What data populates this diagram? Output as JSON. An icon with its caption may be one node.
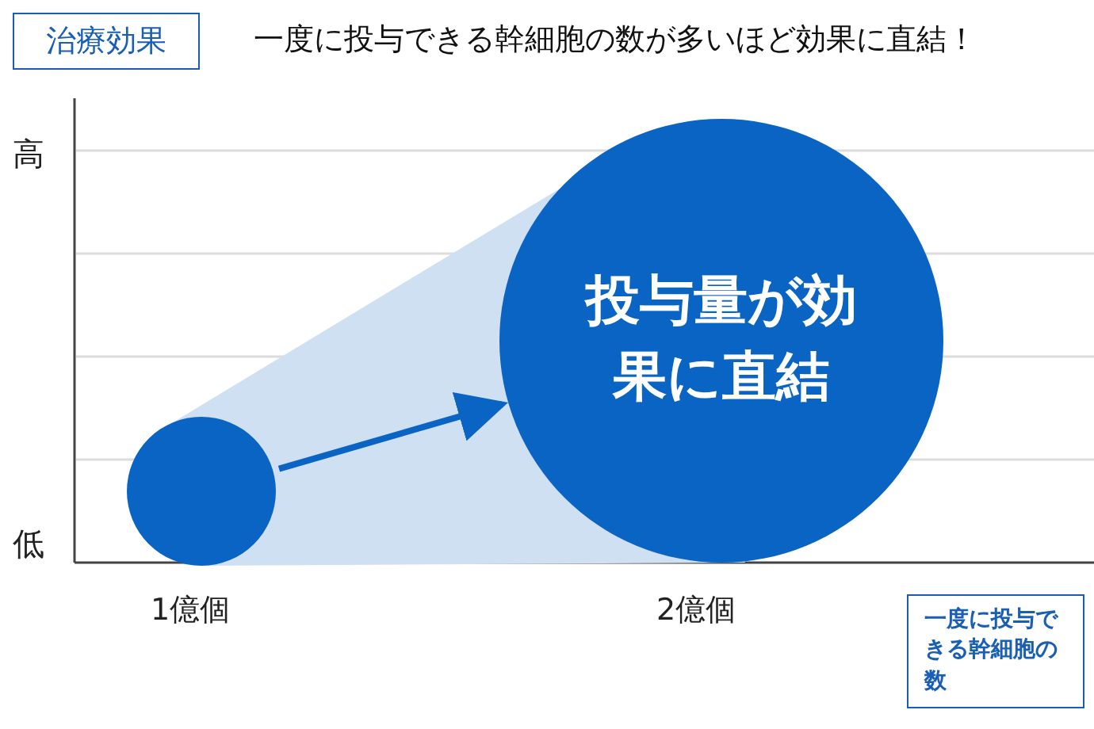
{
  "diagram": {
    "title": "一度に投与できる幹細胞の数が多いほど効果に直結！",
    "nodes": [
      {
        "text": [
          "治療効果"
        ]
      },
      {
        "text": [],
        "shape": "circle"
      },
      {
        "text": [
          "投与量が効果に直結"
        ]
      },
      {
        "text": [
          "一度に投与できる幹細胞の数"
        ]
      }
    ],
    "edges": [
      {
        "from": 1,
        "to": 2,
        "arrow": "to"
      }
    ],
    "labels": [
      "高",
      "低",
      "1億個",
      "2億個"
    ]
  }
}
